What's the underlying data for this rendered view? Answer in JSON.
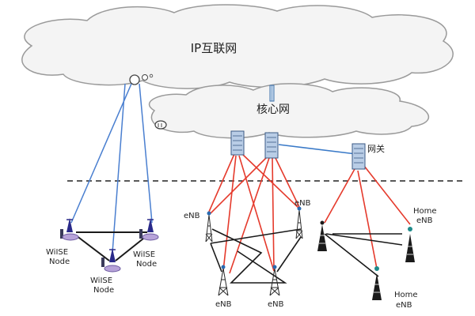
{
  "clouds": {
    "internet": {
      "label": "IP互联网"
    },
    "core": {
      "label": "核心网"
    }
  },
  "gateway": {
    "label": "网关"
  },
  "wiise_nodes": [
    {
      "line1": "WiISE",
      "line2": "Node"
    },
    {
      "line1": "WiISE",
      "line2": "Node"
    },
    {
      "line1": "WiISE",
      "line2": "Node"
    }
  ],
  "enb": {
    "top_left": "eNB",
    "top_right": "eNB",
    "bottom_left": "eNB",
    "bottom_right": "eNB"
  },
  "home_enb": [
    {
      "line1": "Home",
      "line2": "eNB"
    },
    {
      "line1": "Home",
      "line2": "eNB"
    }
  ],
  "colors": {
    "cloud_fill": "#f4f4f4",
    "cloud_stroke": "#9a9a9a",
    "wireless_link": "#4a7fd0",
    "backhaul_link": "#e53a2c",
    "peer_link": "#1a1a1a",
    "gateway_link": "#3a7ac8",
    "server_fill": "#b9cde6"
  }
}
